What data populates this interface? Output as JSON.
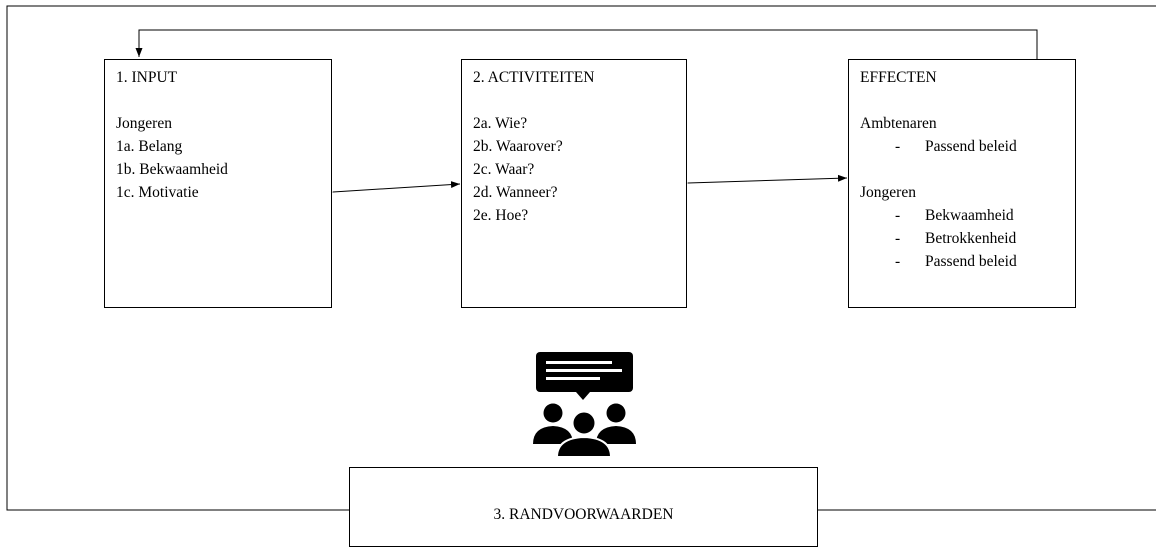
{
  "input": {
    "title": "1. INPUT",
    "group": "Jongeren",
    "items": [
      "1a. Belang",
      "1b. Bekwaamheid",
      "1c. Motivatie"
    ]
  },
  "activiteiten": {
    "title": "2. ACTIVITEITEN",
    "items": [
      "2a. Wie?",
      "2b. Waarover?",
      "2c. Waar?",
      "2d. Wanneer?",
      "2e. Hoe?"
    ]
  },
  "effecten": {
    "title": "EFFECTEN",
    "groups": [
      {
        "name": "Ambtenaren",
        "bullets": [
          "Passend beleid"
        ]
      },
      {
        "name": "Jongeren",
        "bullets": [
          "Bekwaamheid",
          "Betrokkenheid",
          "Passend beleid"
        ]
      }
    ],
    "bullet_marker": "-"
  },
  "randvoorwaarden": {
    "title": "3. RANDVOORWAARDEN"
  },
  "icons": {
    "center": "people-discussion-icon"
  },
  "colors": {
    "stroke": "#000000",
    "background": "#ffffff"
  }
}
